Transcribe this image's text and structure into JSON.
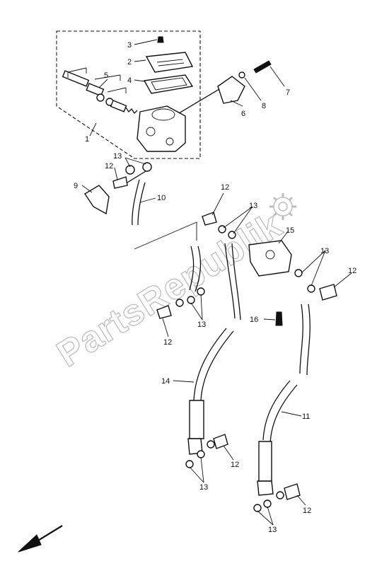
{
  "labels": {
    "l1": "1",
    "l2": "2",
    "l3": "3",
    "l4": "4",
    "l5": "5",
    "l6": "6",
    "l7": "7",
    "l8": "8",
    "l9": "9",
    "l10": "10",
    "l11": "11",
    "l12a": "12",
    "l12b": "12",
    "l12c": "12",
    "l12d": "12",
    "l12e": "12",
    "l12f": "12",
    "l13a": "13",
    "l13b": "13",
    "l13c": "13",
    "l13d": "13",
    "l13e": "13",
    "l13f": "13",
    "l14": "14",
    "l15": "15",
    "l16": "16"
  },
  "watermark": {
    "text": "PartsRepublik"
  }
}
